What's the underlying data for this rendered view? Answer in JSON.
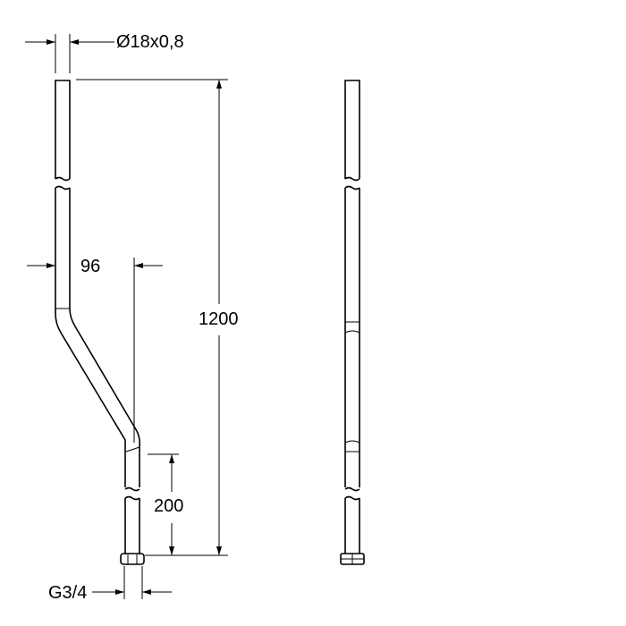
{
  "dimensions": {
    "pipe_diameter": "Ø18x0,8",
    "total_length": "1200",
    "offset": "96",
    "lower_length": "200",
    "thread": "G3/4"
  }
}
